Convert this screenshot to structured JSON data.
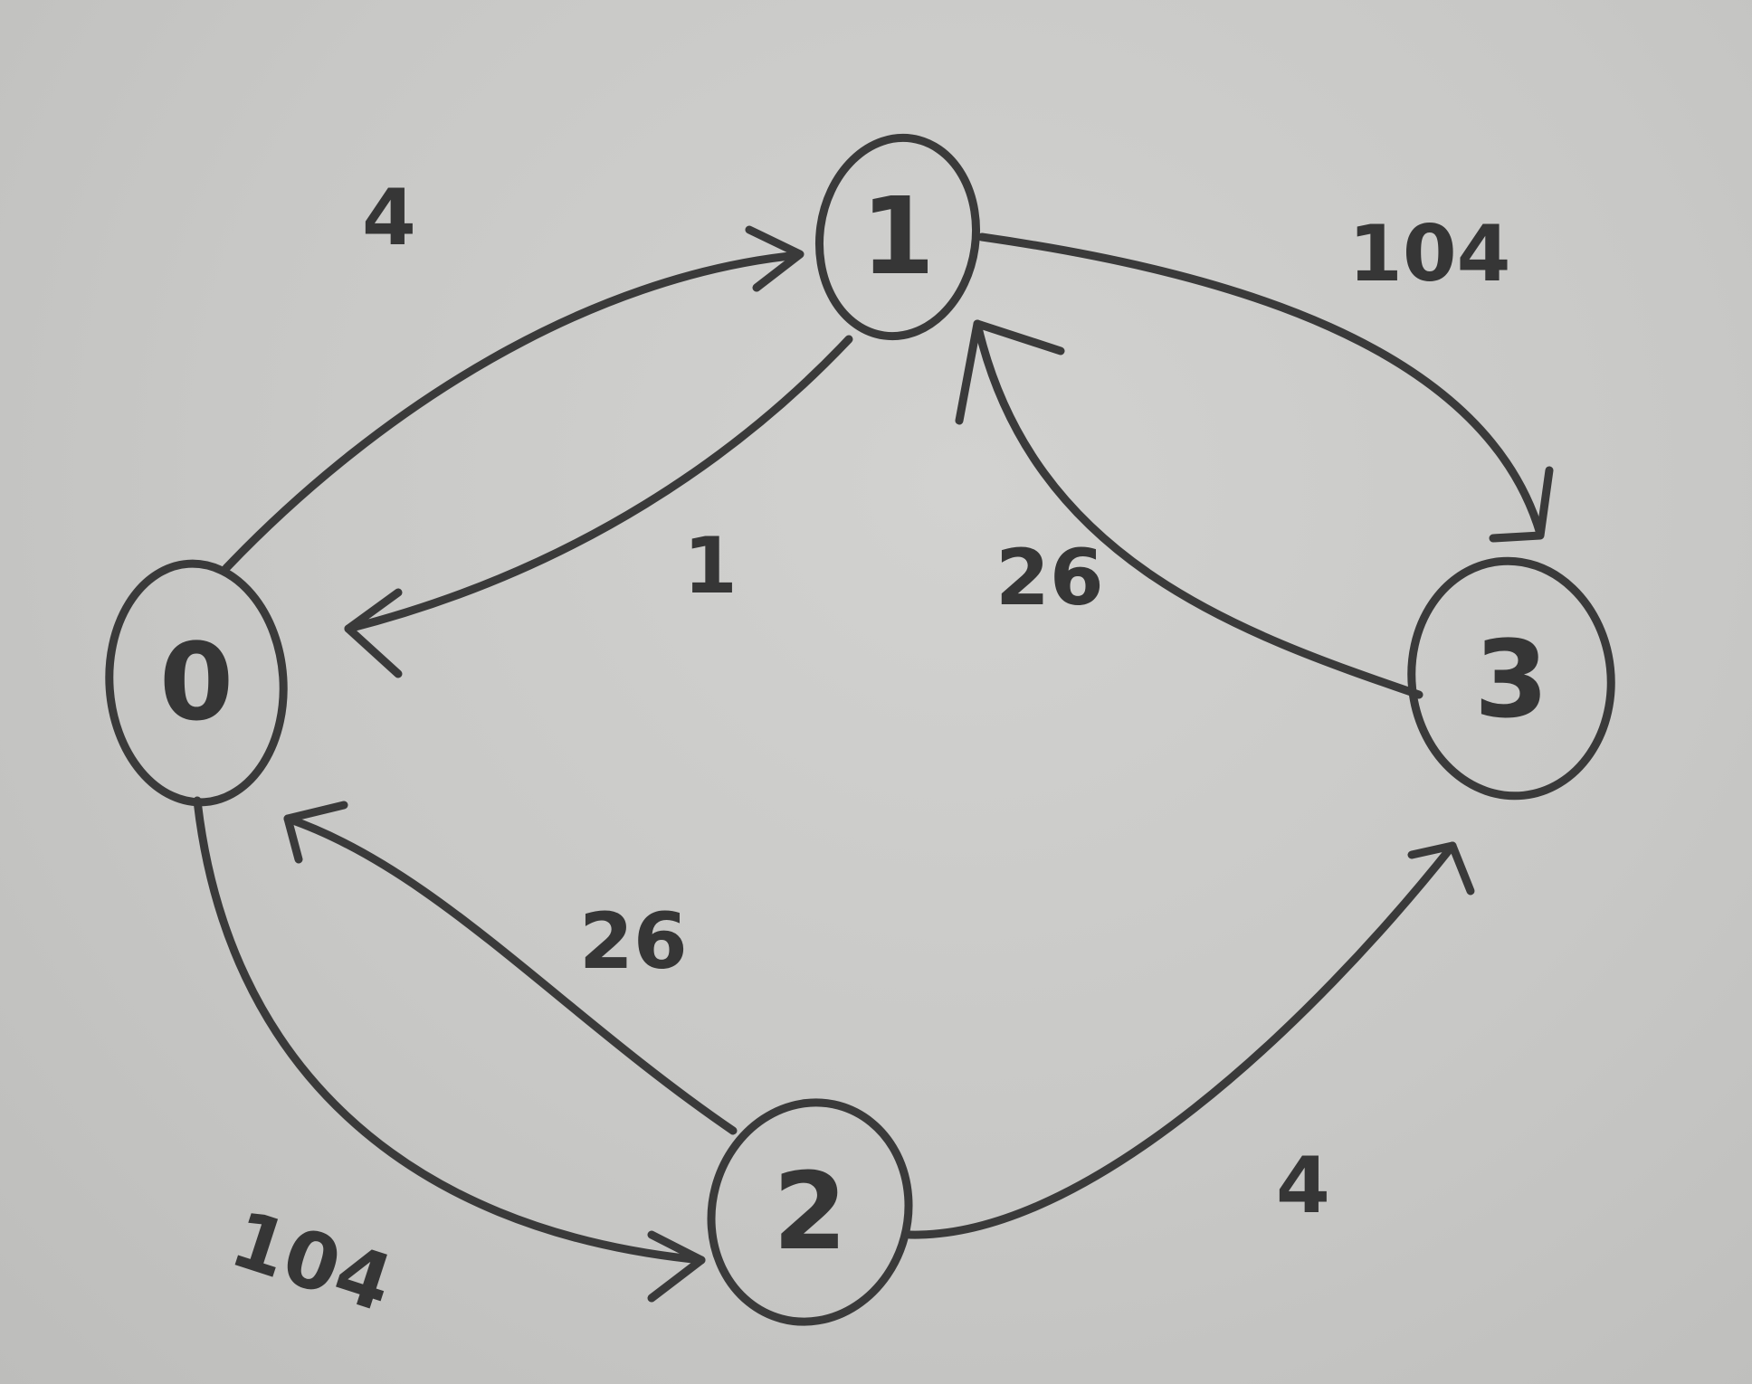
{
  "diagram": {
    "nodes": [
      {
        "id": "0",
        "label": "0"
      },
      {
        "id": "1",
        "label": "1"
      },
      {
        "id": "2",
        "label": "2"
      },
      {
        "id": "3",
        "label": "3"
      }
    ],
    "edges": [
      {
        "from": "0",
        "to": "1",
        "weight": "4"
      },
      {
        "from": "1",
        "to": "0",
        "weight": "1"
      },
      {
        "from": "1",
        "to": "3",
        "weight": "104"
      },
      {
        "from": "3",
        "to": "1",
        "weight": "26"
      },
      {
        "from": "0",
        "to": "2",
        "weight": "104"
      },
      {
        "from": "2",
        "to": "0",
        "weight": "26"
      },
      {
        "from": "2",
        "to": "3",
        "weight": "4"
      }
    ]
  },
  "colors": {
    "ink": "#3a3a3a",
    "paper": "#c9c9c7"
  }
}
